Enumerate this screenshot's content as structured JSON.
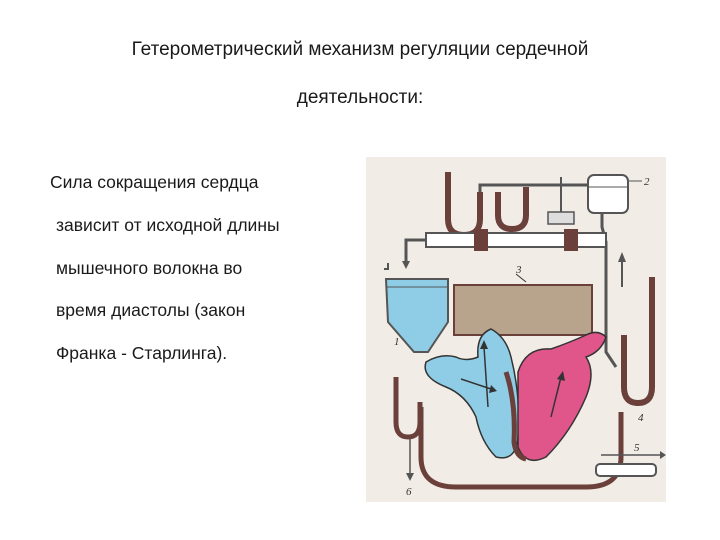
{
  "slide": {
    "title_line1": "Гетерометрический механизм регуляции  сердечной",
    "title_line2": "деятельности:",
    "body_lines": [
      "Сила сокращения сердца",
      "зависит от исходной длины",
      "мышечного волокна  во",
      "время диастолы (закон",
      "Франка - Старлинга)."
    ]
  },
  "diagram": {
    "labels": [
      "1",
      "2",
      "3",
      "4",
      "5",
      "6"
    ],
    "colors": {
      "venous_blood": "#8fcde6",
      "arterial_blood": "#e0558a",
      "tubing": "#6b3f3a",
      "paper_background": "#f1ede6",
      "weight_block": "#b8a38c"
    }
  }
}
